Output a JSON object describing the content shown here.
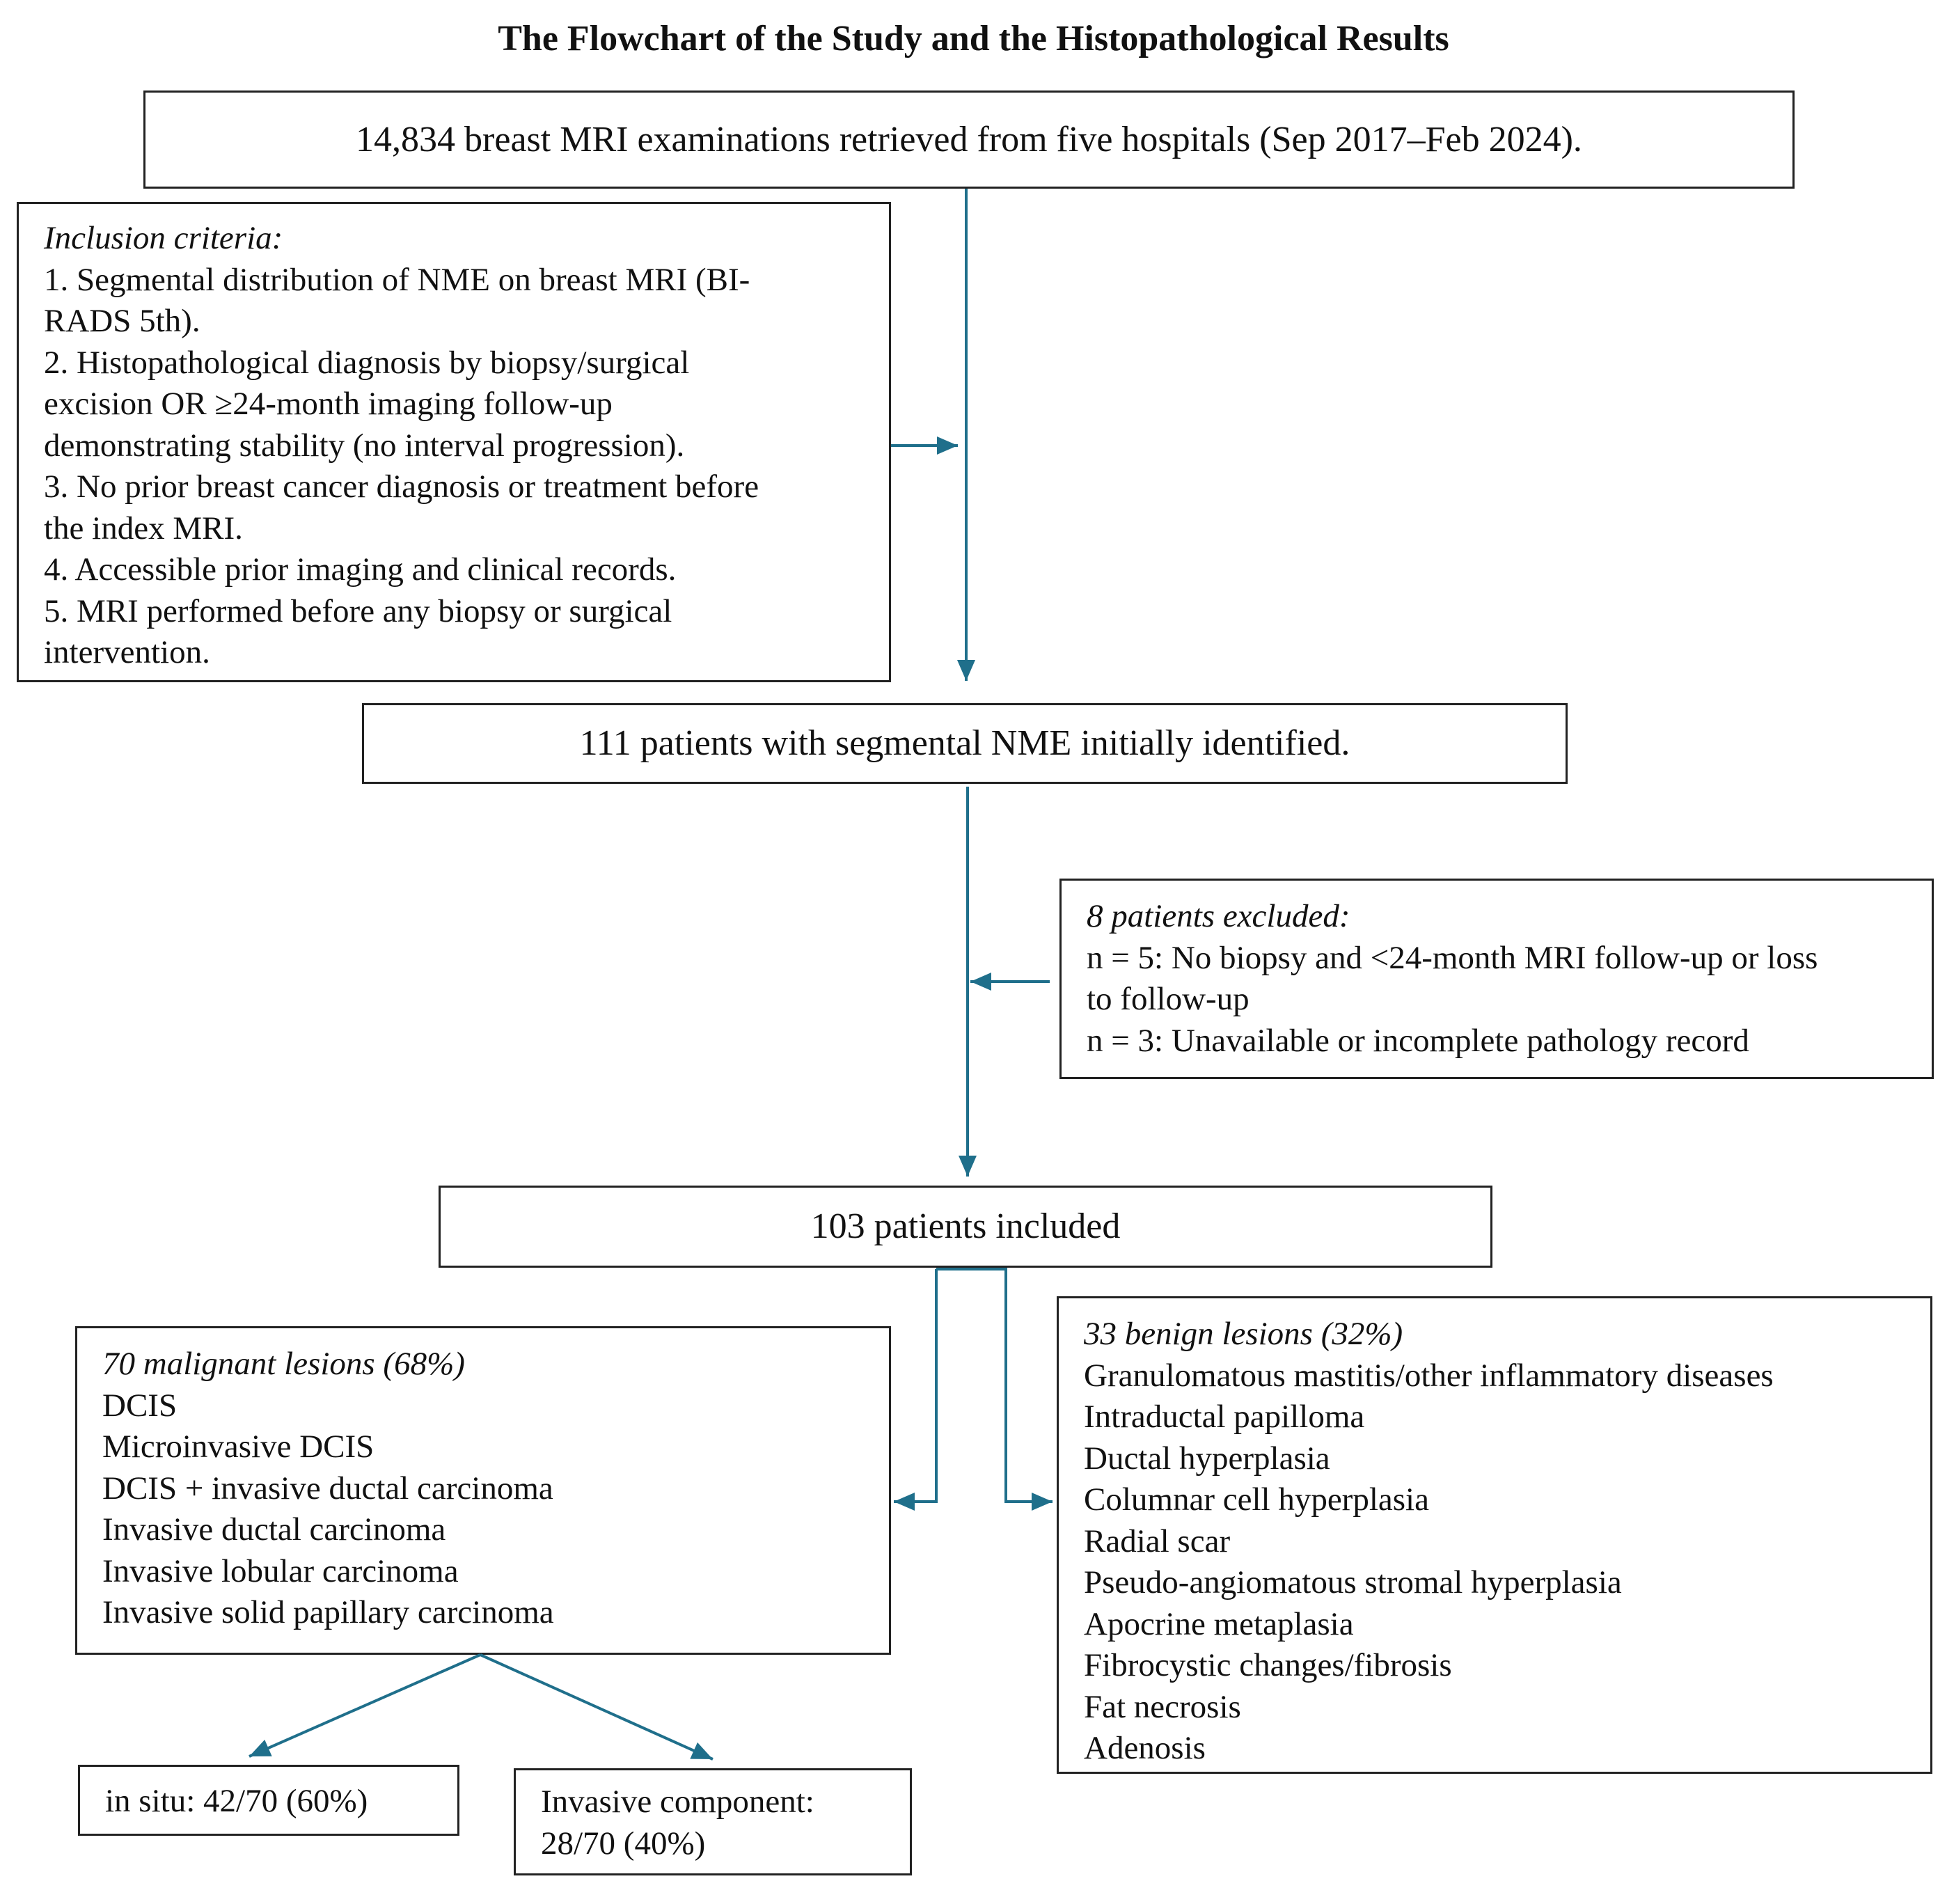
{
  "title": "The Flowchart of the Study and the Histopathological Results",
  "colors": {
    "arrow": "#1f6f8b",
    "border": "#222222",
    "text": "#111111"
  },
  "source": {
    "text": "14,834 breast MRI examinations retrieved from five hospitals (Sep 2017–Feb 2024)."
  },
  "inclusion": {
    "heading": "Inclusion criteria:",
    "items": [
      "1. Segmental distribution of NME on breast MRI (BI-",
      "RADS 5th).",
      "2. Histopathological diagnosis by biopsy/surgical",
      "excision OR ≥24-month imaging follow-up",
      "demonstrating stability (no interval progression).",
      "3. No prior breast cancer diagnosis or treatment before",
      "the index MRI.",
      "4. Accessible prior imaging and clinical records.",
      "5. MRI performed before any biopsy or surgical",
      "intervention."
    ]
  },
  "identified": {
    "text": "111 patients with segmental NME initially identified."
  },
  "excluded": {
    "heading": "8 patients excluded:",
    "items": [
      "n = 5: No biopsy and <24-month MRI follow-up or loss",
      "to follow-up",
      "n = 3: Unavailable or incomplete pathology record"
    ]
  },
  "included": {
    "text": "103 patients included"
  },
  "malignant": {
    "heading": "70 malignant lesions (68%)",
    "items": [
      "DCIS",
      "Microinvasive DCIS",
      "DCIS + invasive ductal carcinoma",
      "Invasive ductal carcinoma",
      "Invasive lobular carcinoma",
      "Invasive solid papillary carcinoma"
    ]
  },
  "benign": {
    "heading": "33 benign lesions (32%)",
    "items": [
      "Granulomatous mastitis/other inflammatory diseases",
      "Intraductal papilloma",
      "Ductal hyperplasia",
      "Columnar cell hyperplasia",
      "Radial scar",
      "Pseudo-angiomatous stromal hyperplasia",
      "Apocrine metaplasia",
      "Fibrocystic changes/fibrosis",
      "Fat necrosis",
      "Adenosis"
    ]
  },
  "insitu": {
    "text": "in situ: 42/70 (60%)"
  },
  "invasive": {
    "lines": [
      "Invasive component:",
      "28/70 (40%)"
    ]
  }
}
